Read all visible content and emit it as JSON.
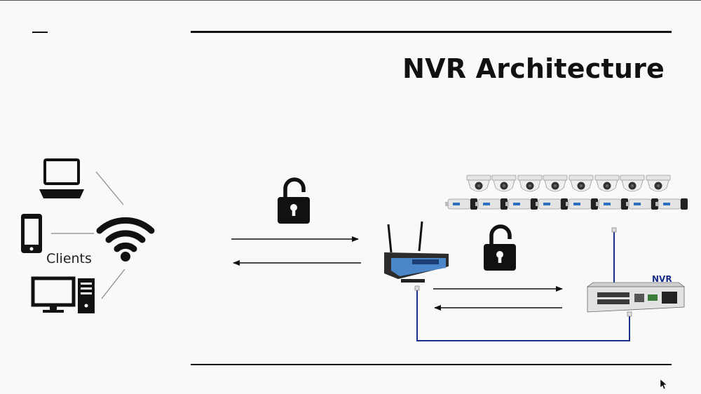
{
  "title": "NVR Architecture",
  "clients_label": "Clients",
  "nvr_label": "NVR",
  "icons": [
    "laptop-icon",
    "phone-icon",
    "desktop-icon",
    "wifi-icon",
    "lock-open-icon",
    "router-icon",
    "dome-camera-icon",
    "bullet-camera-icon",
    "nvr-device-icon",
    "cursor-icon"
  ],
  "colors": {
    "cable": "#1a2f8a",
    "router_body": "#4a86c8",
    "ink": "#111111"
  }
}
